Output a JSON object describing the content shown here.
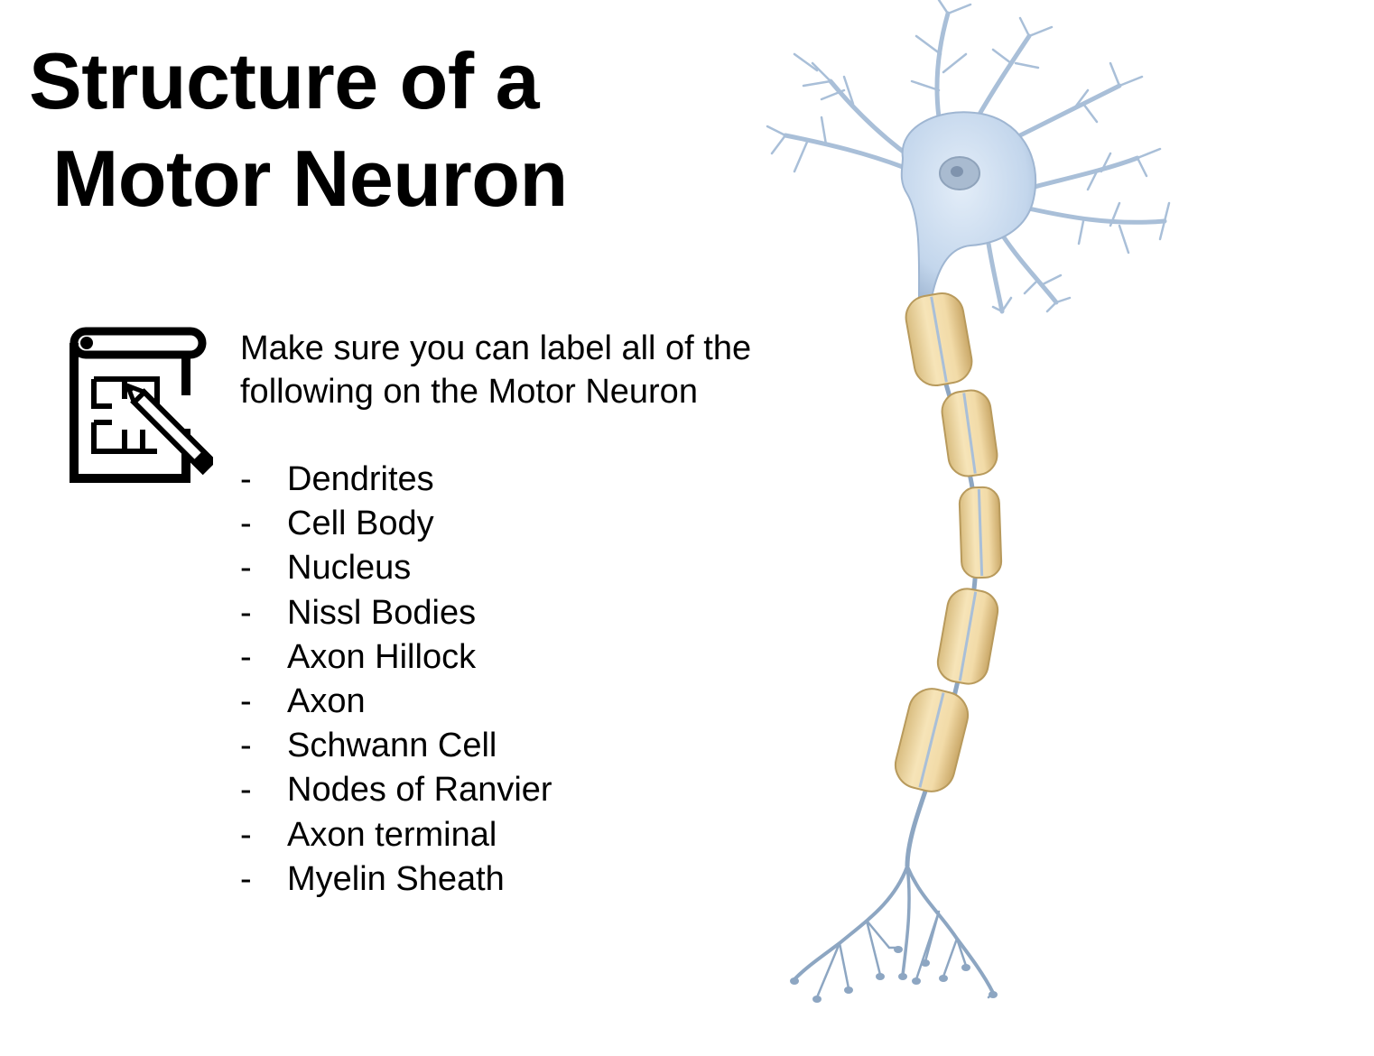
{
  "slide": {
    "title_line1": "Structure of a",
    "title_line2": "Motor Neuron",
    "intro": "Make sure you can label all of the following on the Motor Neuron",
    "bullet": "-",
    "items": [
      "Dendrites",
      "Cell Body",
      "Nucleus",
      "Nissl Bodies",
      "Axon Hillock",
      "Axon",
      "Schwann Cell",
      "Nodes of Ranvier",
      "Axon terminal",
      "Myelin Sheath"
    ]
  },
  "icons": {
    "task": "blueprint-pencil-icon"
  },
  "colors": {
    "dendrite": "#a9bfd8",
    "cell_body": "#c5d8ee",
    "nucleus": "#aebfd2",
    "myelin": "#f2dba8",
    "myelin_edge": "#b89a5c",
    "axon": "#8da6c2"
  }
}
